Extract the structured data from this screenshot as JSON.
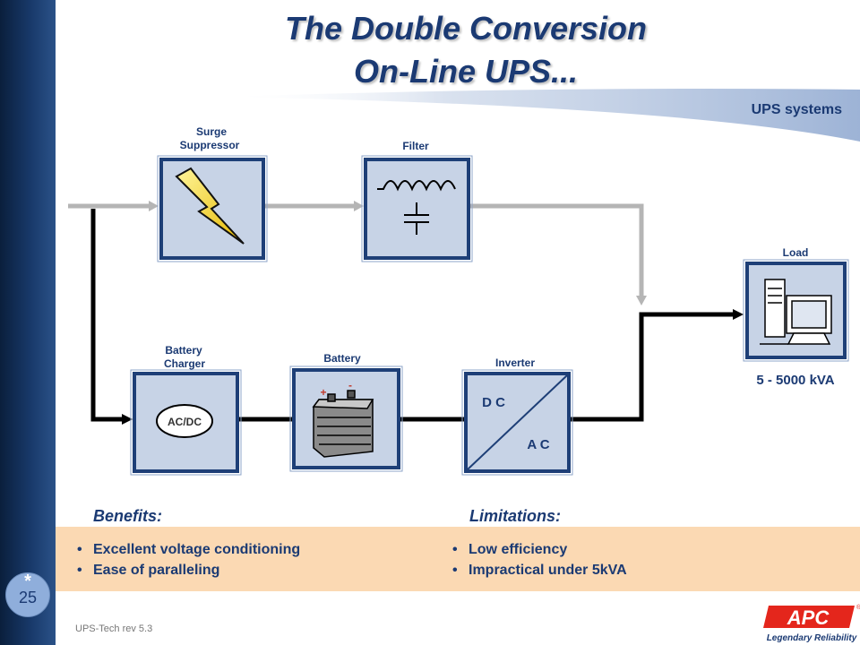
{
  "slide": {
    "title_line1": "The Double Conversion",
    "title_line2": "On-Line UPS...",
    "section": "UPS systems",
    "footer": "UPS-Tech  rev 5.3",
    "page_mark": "*",
    "page_number": "25"
  },
  "diagram": {
    "surge_label_1": "Surge",
    "surge_label_2": "Suppressor",
    "filter_label": "Filter",
    "load_label": "Load",
    "charger_label_1": "Battery",
    "charger_label_2": "Charger",
    "charger_inner": "AC/DC",
    "battery_label": "Battery",
    "battery_plus": "+",
    "battery_minus": "-",
    "inverter_label": "Inverter",
    "inverter_dc": "D C",
    "inverter_ac": "A C",
    "rating": "5 - 5000 kVA"
  },
  "benefits": {
    "heading": "Benefits:",
    "items": [
      "Excellent voltage conditioning",
      "Ease of paralleling"
    ]
  },
  "limitations": {
    "heading": "Limitations:",
    "items": [
      "Low efficiency",
      "Impractical under 5kVA"
    ]
  },
  "logo": {
    "name": "APC",
    "tagline": "Legendary Reliability",
    "mark": "®",
    "color": "#e4261c"
  },
  "colors": {
    "title": "#1b3a73",
    "box_fill": "#c7d3e6",
    "box_border": "#1e3f77",
    "panel": "#fbd9b3"
  }
}
